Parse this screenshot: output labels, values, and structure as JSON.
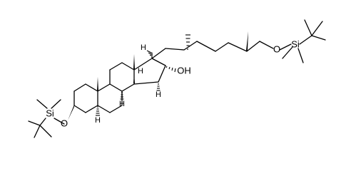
{
  "molecule": {
    "labels": {
      "si_left": "Si",
      "o_left": "O",
      "oh": "OH",
      "o_right": "O",
      "si_right": "Si",
      "h_c14": "H",
      "h_c9": "H",
      "h_c8": "H",
      "h_c5": "H",
      "h_c17": "H"
    }
  }
}
